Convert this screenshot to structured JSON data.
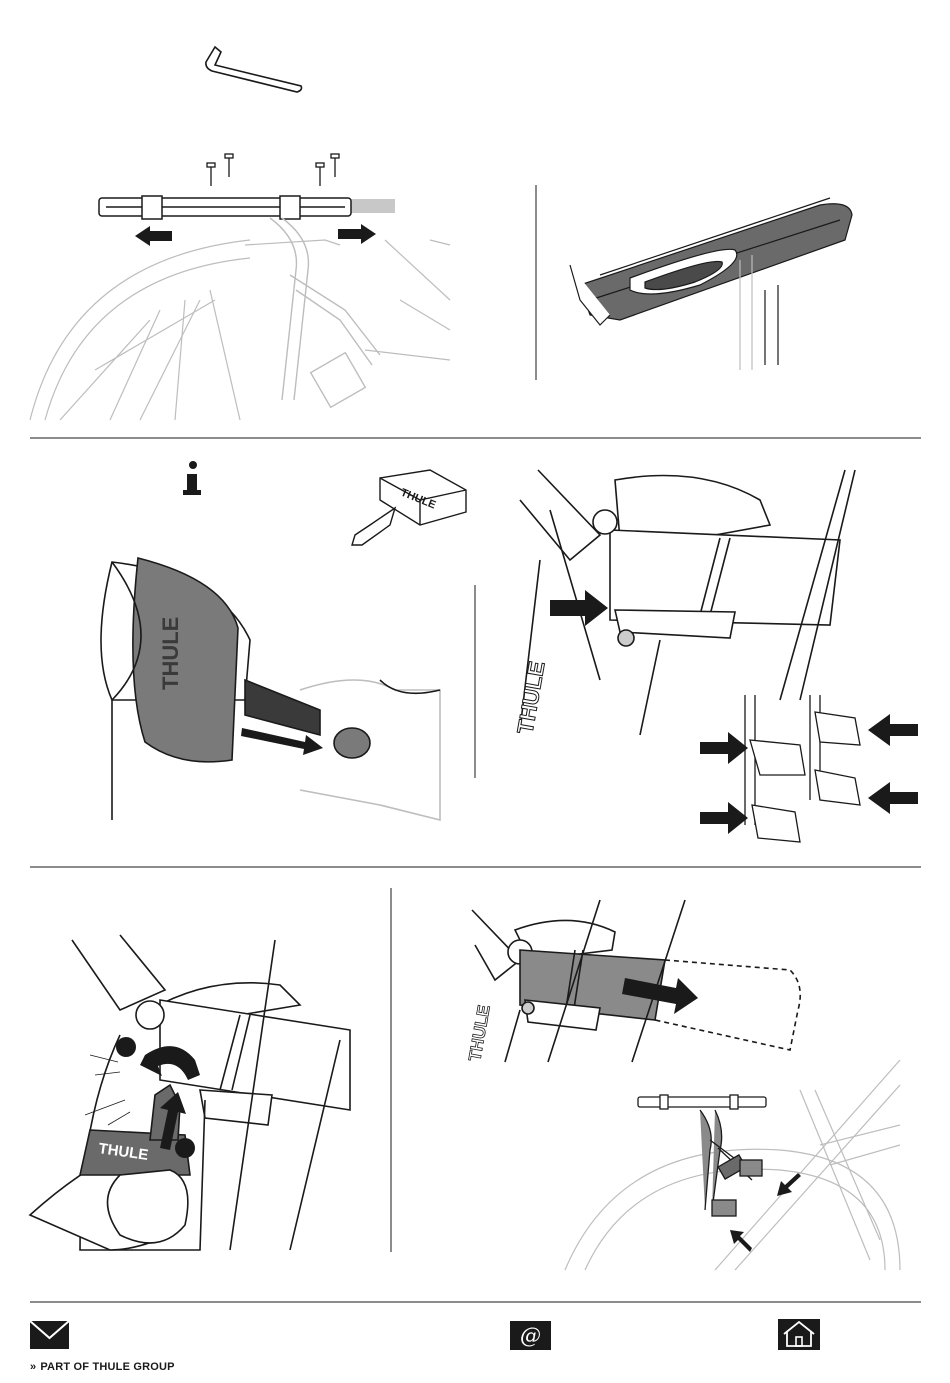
{
  "brand": {
    "wordmark": "THULE",
    "group_text": "PART OF THULE GROUP",
    "chevron": "»"
  },
  "info": {
    "glyph": "i"
  },
  "email": {
    "at_glyph": "@"
  },
  "icons": [
    "hex-key-icon",
    "screw-icon",
    "arrow-icon",
    "info-icon",
    "thule-key-icon",
    "mail-icon",
    "at-sign-icon",
    "home-icon"
  ],
  "colors": {
    "line": "#1a1a1a",
    "light_line": "#bdbdbd",
    "grey_fill": "#8a8a8a",
    "dark_fill": "#3a3a3a"
  }
}
